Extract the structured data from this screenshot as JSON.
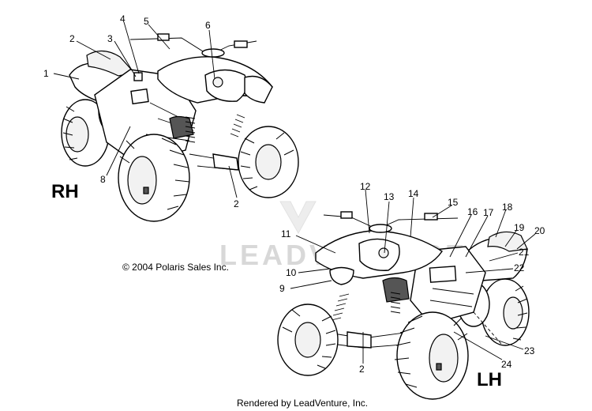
{
  "views": {
    "rh": "RH",
    "lh": "LH"
  },
  "callouts": {
    "rh": [
      "1",
      "2",
      "3",
      "4",
      "5",
      "6",
      "8",
      "2"
    ],
    "lh": [
      "11",
      "10",
      "9",
      "12",
      "13",
      "14",
      "15",
      "16",
      "17",
      "18",
      "19",
      "20",
      "21",
      "22",
      "2",
      "24",
      "23"
    ]
  },
  "copyright": "© 2004 Polaris Sales Inc.",
  "watermark": "LEADVENTURE",
  "footer": "Rendered by LeadVenture, Inc."
}
